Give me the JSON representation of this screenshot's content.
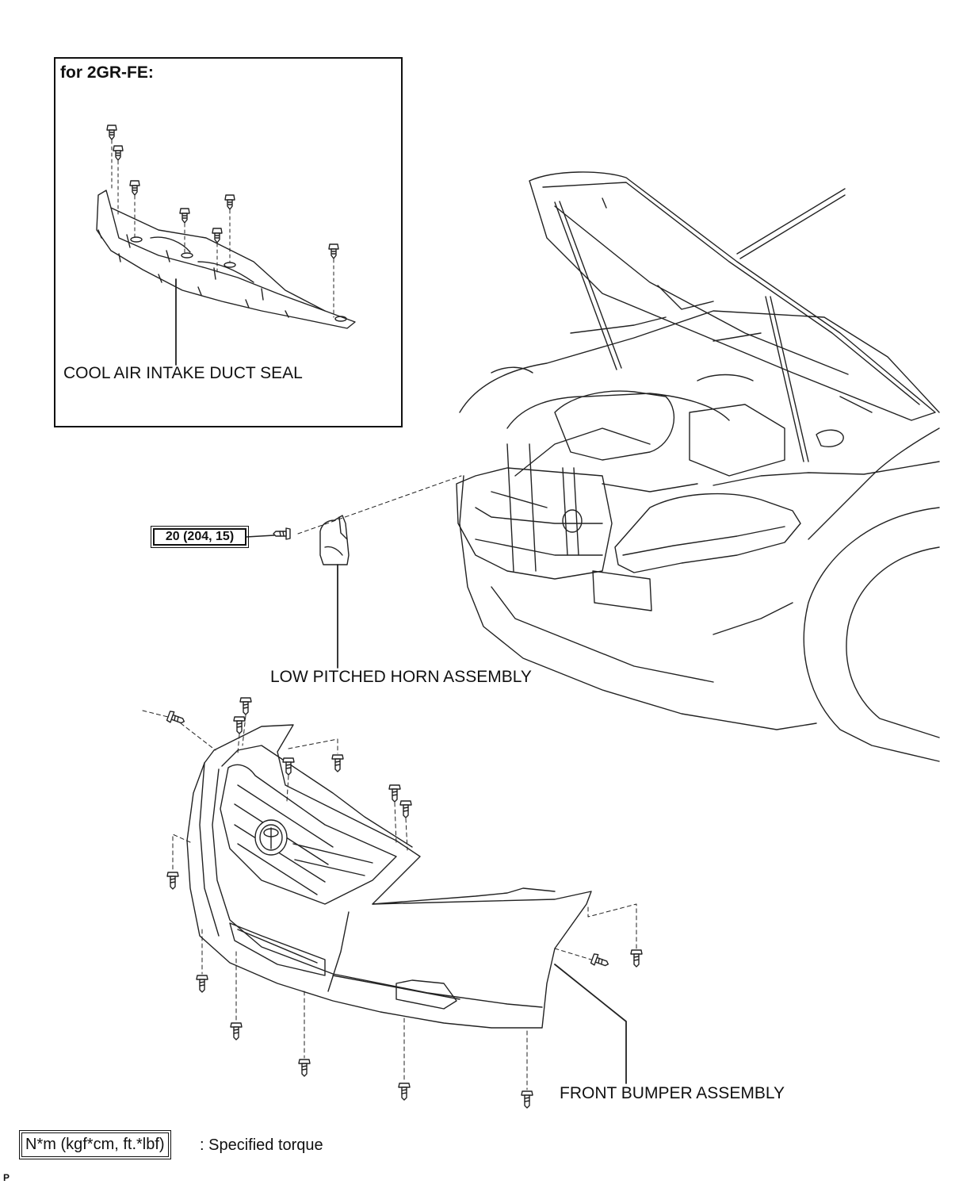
{
  "inset": {
    "title": "for 2GR-FE:",
    "part_label": "COOL AIR INTAKE DUCT SEAL"
  },
  "horn": {
    "torque": "20 (204, 15)",
    "part_label": "LOW PITCHED HORN ASSEMBLY"
  },
  "bumper": {
    "part_label": "FRONT BUMPER ASSEMBLY"
  },
  "legend": {
    "unit_box": "N*m (kgf*cm, ft.*lbf)",
    "description": ": Specified torque"
  },
  "page_code": "P"
}
